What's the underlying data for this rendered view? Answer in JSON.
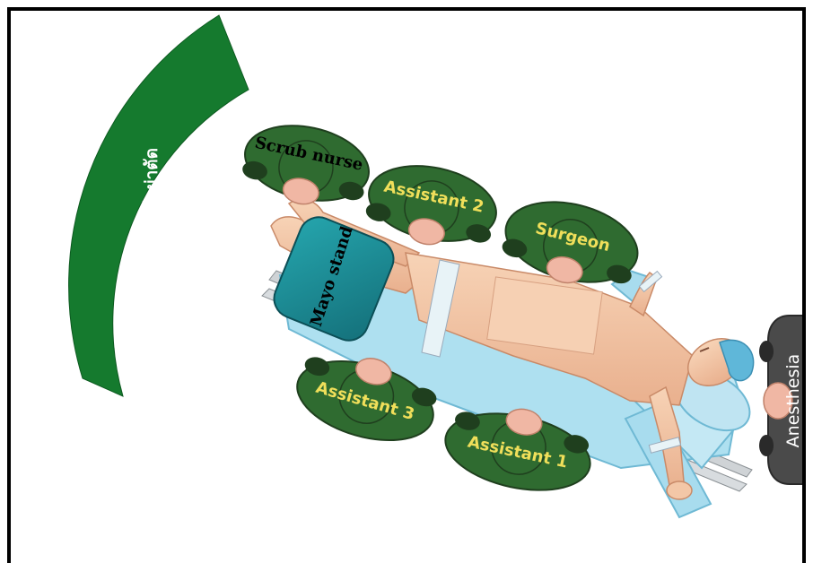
{
  "labels": {
    "instrument_table": "โต๊ะวางเครื่องมือผ่าตัด",
    "mayo_stand": "Mayo stand",
    "scrub_nurse": "Scrub nurse",
    "assistant_2": "Assistant 2",
    "surgeon": "Surgeon",
    "assistant_3": "Assistant 3",
    "assistant_1": "Assistant 1",
    "anesthesia": "Anesthesia"
  },
  "colors": {
    "table_green": "#157a2e",
    "staff_green": "#2f6b30",
    "staff_dark": "#1f3f1e",
    "mayo_teal": "#1b8f98",
    "label_yellow": "#f0df5a",
    "anesthesia_gray": "#4a4a4a",
    "drape_blue": "#9fd6ea",
    "skin": "#f3c7a7"
  },
  "icons": {
    "staff": "person-top-view-icon",
    "patient": "patient-on-bed-icon"
  }
}
